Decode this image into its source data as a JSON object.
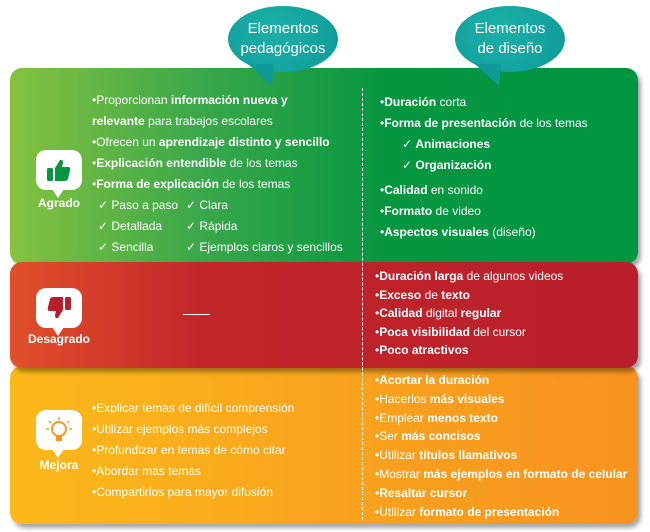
{
  "headers": {
    "pedagogicos": "Elementos pedagógicos",
    "diseno": "Elementos de diseño"
  },
  "colors": {
    "agrado": "#009640",
    "desagrado": "#b81f2b",
    "mejora": "#f9a41e",
    "bubble": "#0e9a98"
  },
  "rows": {
    "agrado": {
      "label": "Agrado",
      "icon": "thumbs-up-icon",
      "pedagogicos": [
        [
          {
            "t": "Proporcionan "
          },
          {
            "t": "información nueva y relevante",
            "b": 1
          },
          {
            "t": " para trabajos escolares"
          }
        ],
        [
          {
            "t": "Ofrecen un "
          },
          {
            "t": "aprendizaje distinto y sencillo",
            "b": 1
          }
        ],
        [
          {
            "t": "Explicación entendible",
            "b": 1
          },
          {
            "t": " de los temas"
          }
        ],
        [
          {
            "t": "Forma de explicación",
            "b": 1
          },
          {
            "t": " de los temas"
          }
        ]
      ],
      "pedagogicos_checks": [
        "Paso a paso",
        "Clara",
        "Detallada",
        "Rápida",
        "Sencilla",
        "Ejemplos claros y sencillos"
      ],
      "diseno": [
        [
          {
            "t": "Duración",
            "b": 1
          },
          {
            "t": " corta"
          }
        ],
        [
          {
            "t": "Forma de presentación",
            "b": 1
          },
          {
            "t": " de los temas"
          }
        ],
        [
          {
            "t": "Calidad",
            "b": 1
          },
          {
            "t": " en sonido"
          }
        ],
        [
          {
            "t": "Formato",
            "b": 1
          },
          {
            "t": " de video"
          }
        ],
        [
          {
            "t": "Aspectos visuales",
            "b": 1
          },
          {
            "t": " (diseño)"
          }
        ]
      ],
      "diseno_checks": [
        "Animaciones",
        "Organización"
      ]
    },
    "desagrado": {
      "label": "Desagrado",
      "icon": "thumbs-down-icon",
      "pedagogicos_text": "——",
      "diseno": [
        [
          {
            "t": "Duración larga",
            "b": 1
          },
          {
            "t": " de algunos videos"
          }
        ],
        [
          {
            "t": "Exceso",
            "b": 1
          },
          {
            "t": " de "
          },
          {
            "t": "texto",
            "b": 1
          }
        ],
        [
          {
            "t": "Calidad",
            "b": 1
          },
          {
            "t": " digital "
          },
          {
            "t": "regular",
            "b": 1
          }
        ],
        [
          {
            "t": "Poca visibilidad",
            "b": 1
          },
          {
            "t": " del cursor"
          }
        ],
        [
          {
            "t": "Poco atractivos",
            "b": 1
          }
        ]
      ]
    },
    "mejora": {
      "label": "Mejora",
      "icon": "lightbulb-icon",
      "pedagogicos": [
        [
          {
            "t": "Explicar temas de difícil comprensión"
          }
        ],
        [
          {
            "t": "Utilizar ejemplos más complejos"
          }
        ],
        [
          {
            "t": "Profundizar en temas de cómo citar"
          }
        ],
        [
          {
            "t": "Abordar más temas"
          }
        ],
        [
          {
            "t": "Compartirlos para mayor difusión"
          }
        ]
      ],
      "diseno": [
        [
          {
            "t": "Acortar la duración",
            "b": 1
          }
        ],
        [
          {
            "t": "Hacerlos "
          },
          {
            "t": "más visuales",
            "b": 1
          }
        ],
        [
          {
            "t": "Emplear "
          },
          {
            "t": "menos texto",
            "b": 1
          }
        ],
        [
          {
            "t": "Ser "
          },
          {
            "t": "más concisos",
            "b": 1
          }
        ],
        [
          {
            "t": "Utilizar "
          },
          {
            "t": "títulos llamativos",
            "b": 1
          }
        ],
        [
          {
            "t": "Mostrar "
          },
          {
            "t": "más ejemplos en formato de celular",
            "b": 1
          }
        ],
        [
          {
            "t": "Resaltar cursor",
            "b": 1
          }
        ],
        [
          {
            "t": "Utilizar "
          },
          {
            "t": "formato de presentación",
            "b": 1
          }
        ]
      ]
    }
  }
}
